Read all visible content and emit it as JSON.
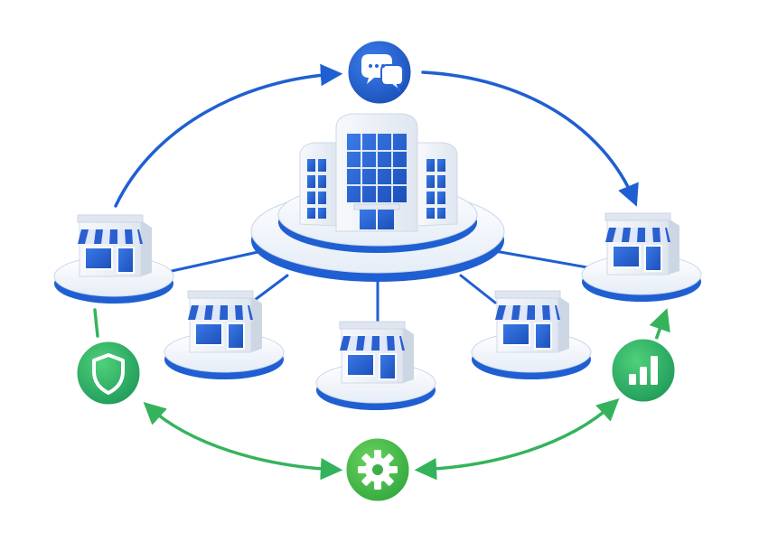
{
  "colors": {
    "primary_blue": "#1f5fd1",
    "mid_blue": "#2f6fe0",
    "light_blue": "#cfe0fb",
    "awning_blue": "#2a5fd0",
    "accent_green": "#35b35c",
    "dark_green": "#1f9a5a",
    "platform_white": "#f4f7fb",
    "building_gray": "#e9eef5",
    "line_blue": "#1f5fd1"
  },
  "nodes": {
    "hub": {
      "label": "",
      "icon": "headquarters-building-icon"
    },
    "stores": [
      {
        "id": "store-left",
        "icon": "storefront-icon"
      },
      {
        "id": "store-right",
        "icon": "storefront-icon"
      },
      {
        "id": "store-bottom-left",
        "icon": "storefront-icon"
      },
      {
        "id": "store-bottom-center",
        "icon": "storefront-icon"
      },
      {
        "id": "store-bottom-right",
        "icon": "storefront-icon"
      }
    ],
    "badges": [
      {
        "id": "chat",
        "icon": "chat-bubbles-icon",
        "color": "#1f5fd1"
      },
      {
        "id": "security",
        "icon": "shield-icon",
        "color": "#1f9a5a"
      },
      {
        "id": "settings",
        "icon": "gear-icon",
        "color": "#35b35c"
      },
      {
        "id": "analytics",
        "icon": "bar-chart-icon",
        "color": "#1f9a5a"
      }
    ]
  }
}
